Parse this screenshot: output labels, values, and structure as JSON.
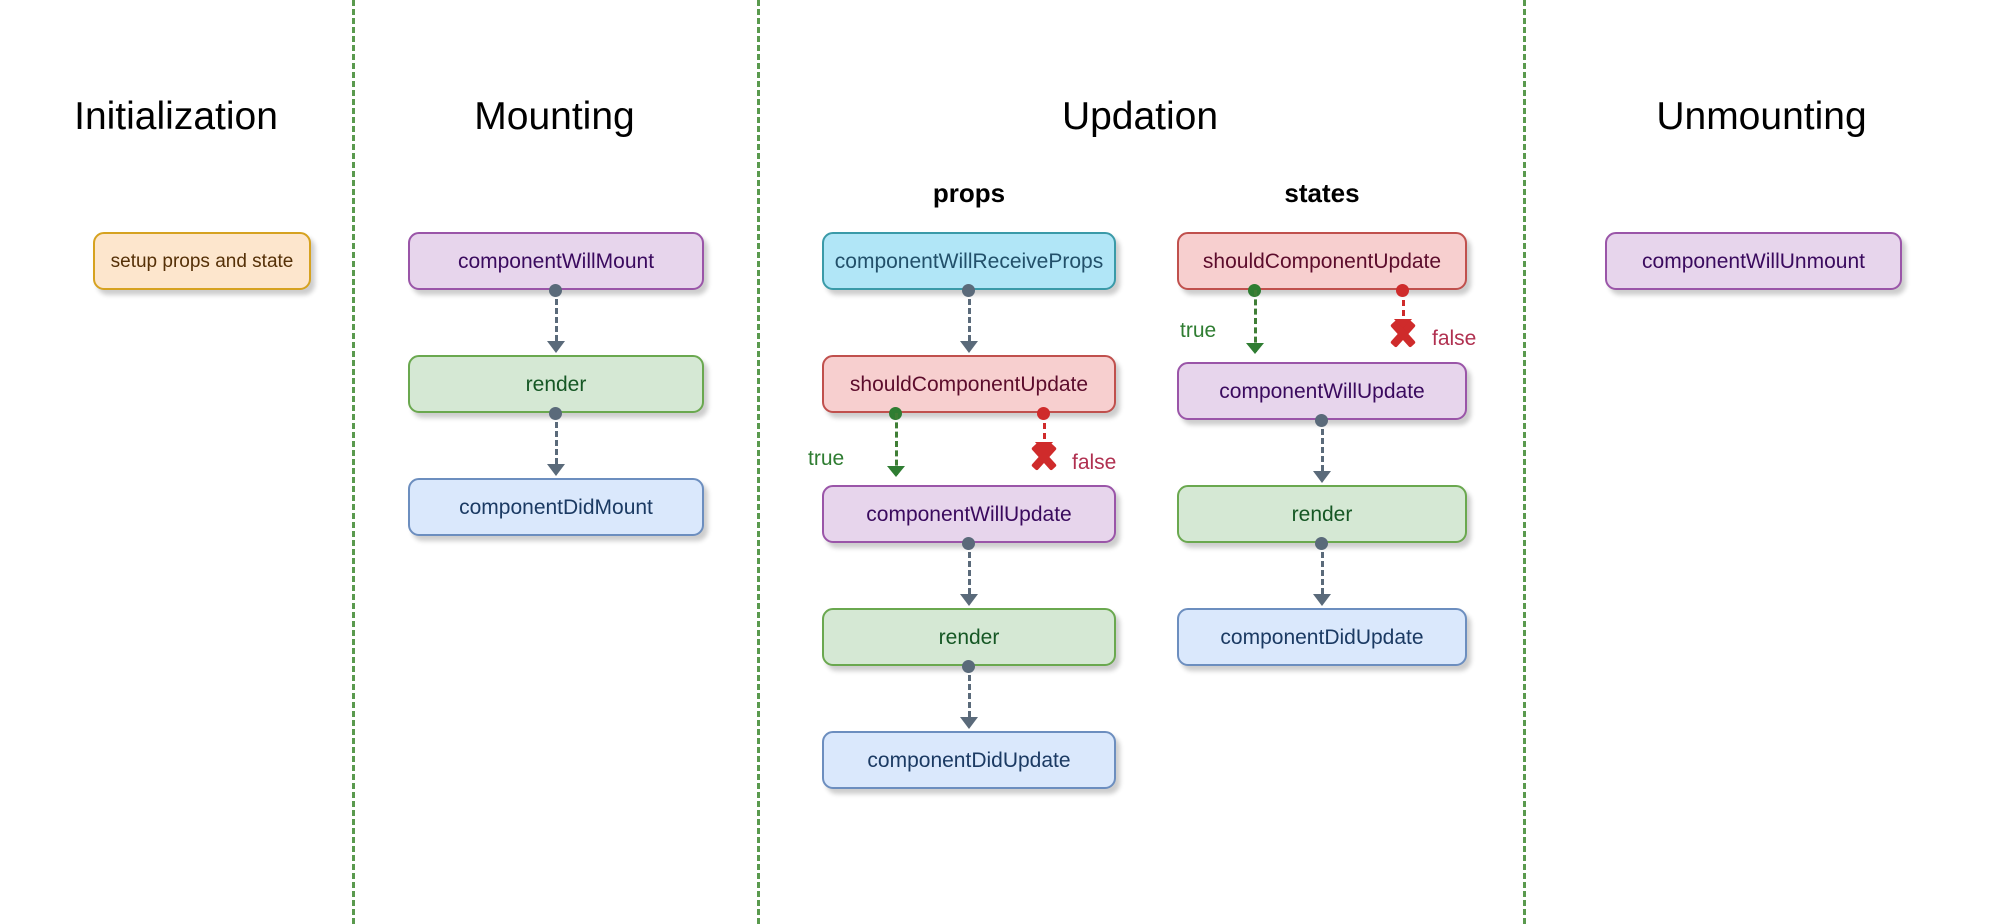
{
  "sections": [
    {
      "id": "initialization",
      "title": "Initialization"
    },
    {
      "id": "mounting",
      "title": "Mounting"
    },
    {
      "id": "updation",
      "title": "Updation"
    },
    {
      "id": "unmounting",
      "title": "Unmounting"
    }
  ],
  "subsections": [
    {
      "id": "props",
      "title": "props"
    },
    {
      "id": "states",
      "title": "states"
    }
  ],
  "initialization": {
    "nodes": [
      {
        "label": "setup props and state",
        "color": "orange"
      }
    ]
  },
  "mounting": {
    "nodes": [
      {
        "label": "componentWillMount",
        "color": "purple"
      },
      {
        "label": "render",
        "color": "green"
      },
      {
        "label": "componentDidMount",
        "color": "blue"
      }
    ]
  },
  "updation_props": {
    "nodes": [
      {
        "label": "componentWillReceiveProps",
        "color": "cyan"
      },
      {
        "label": "shouldComponentUpdate",
        "color": "red"
      },
      {
        "label": "componentWillUpdate",
        "color": "purple"
      },
      {
        "label": "render",
        "color": "green"
      },
      {
        "label": "componentDidUpdate",
        "color": "blue"
      }
    ],
    "branch": {
      "true_label": "true",
      "false_label": "false"
    }
  },
  "updation_states": {
    "nodes": [
      {
        "label": "shouldComponentUpdate",
        "color": "red"
      },
      {
        "label": "componentWillUpdate",
        "color": "purple"
      },
      {
        "label": "render",
        "color": "green"
      },
      {
        "label": "componentDidUpdate",
        "color": "blue"
      }
    ],
    "branch": {
      "true_label": "true",
      "false_label": "false"
    }
  },
  "unmounting": {
    "nodes": [
      {
        "label": "componentWillUnmount",
        "color": "purple"
      }
    ]
  },
  "colors": {
    "divider": "#5a9a4e",
    "connector": "#5a6a7a",
    "true_branch": "#2f7d32",
    "false_branch": "#cf2b2b",
    "purple_fill": "#e7d5ec",
    "green_fill": "#d5e8d4",
    "blue_fill": "#dae8fc",
    "orange_fill": "#fde6cd",
    "red_fill": "#f7cfcf",
    "cyan_fill": "#b1e6f7",
    "background": "#ffffff"
  }
}
